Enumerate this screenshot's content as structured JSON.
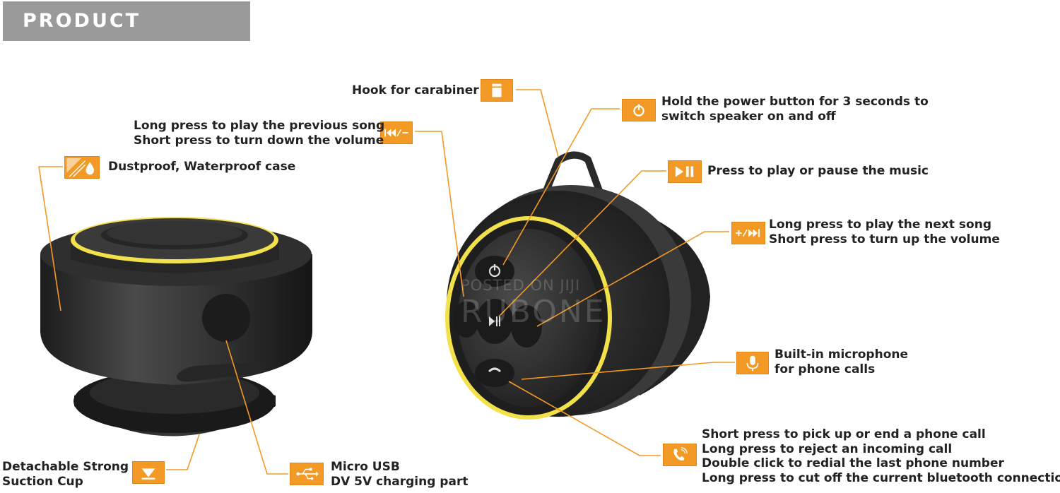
{
  "banner": {
    "title": "PRODUCT FEATURE"
  },
  "features": {
    "hook": {
      "lines": [
        "Hook for carabiner"
      ],
      "icon": "hook-icon"
    },
    "power": {
      "lines": [
        "Hold the power button for 3 seconds to",
        "switch speaker on and off"
      ],
      "icon": "power-icon"
    },
    "previous": {
      "lines": [
        "Long press to play the previous song",
        "Short press to turn down the volume"
      ],
      "icon": "previous-volume-down-icon"
    },
    "play_pause": {
      "lines": [
        "Press to play or pause the music"
      ],
      "icon": "play-pause-icon"
    },
    "dustproof": {
      "lines": [
        "Dustproof, Waterproof case"
      ],
      "icon": "waterproof-icon"
    },
    "next": {
      "lines": [
        "Long press to play the next song",
        "Short press to turn up the volume"
      ],
      "icon": "next-volume-up-icon"
    },
    "microphone": {
      "lines": [
        "Built-in microphone",
        "for phone calls"
      ],
      "icon": "microphone-icon"
    },
    "phone": {
      "lines": [
        "Short press to pick up or end a phone call",
        "Long press to reject an incoming call",
        "Double click to redial the last phone number",
        "Long press to cut off the current bluetooth connection"
      ],
      "icon": "phone-icon"
    },
    "suction": {
      "lines": [
        "Detachable Strong",
        "Suction Cup"
      ],
      "icon": "down-arrow-icon"
    },
    "usb": {
      "lines": [
        "Micro USB",
        "DV 5V charging part"
      ],
      "icon": "usb-icon"
    }
  },
  "watermark": {
    "line1": "POSTED ON JIJI",
    "line2": "RUBONE"
  },
  "colors": {
    "accent": "#f39a26",
    "banner": "#9a9a9a",
    "ring": "#f2e14a",
    "body": "#2e2e2e"
  }
}
